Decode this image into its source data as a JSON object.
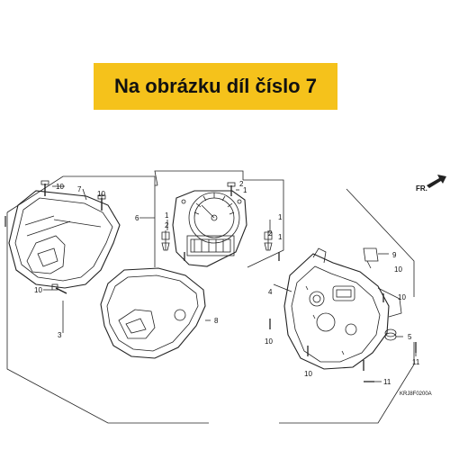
{
  "banner": {
    "text": "Na obrázku díl číslo 7"
  },
  "callouts": {
    "c1a": "1",
    "c1b": "1",
    "c1c": "1",
    "c1d": "1",
    "c2a": "2",
    "c2b": "2",
    "c2c": "2",
    "c3": "3",
    "c4": "4",
    "c5": "5",
    "c6": "6",
    "c7": "7",
    "c8": "8",
    "c9": "9",
    "c10a": "10",
    "c10b": "10",
    "c10c": "10",
    "c10d": "10",
    "c10e": "10",
    "c10f": "10",
    "c10g": "10",
    "c11a": "11",
    "c11b": "11"
  },
  "direction_label": "FR.",
  "diagram_code": "KRJ8F0200A",
  "colors": {
    "banner": "#f5c21b",
    "line": "#222222"
  }
}
